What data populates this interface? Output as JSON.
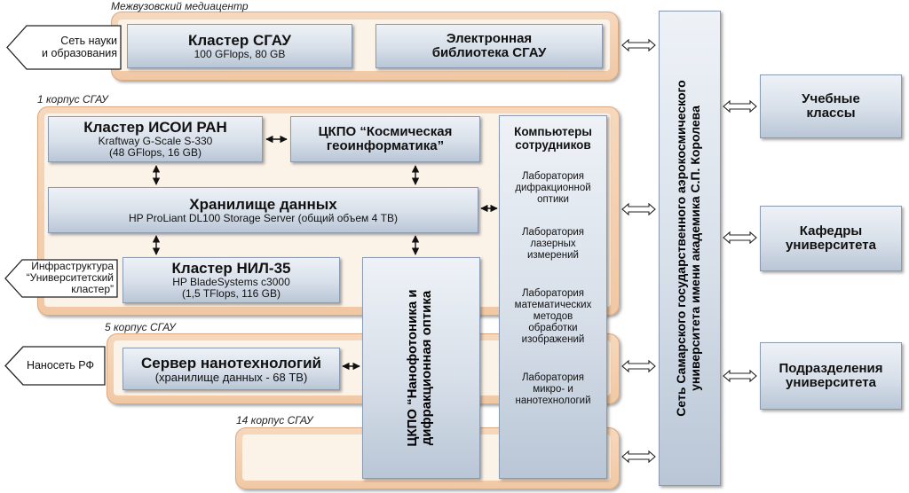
{
  "zones": {
    "mediacenter": "Межвузовский медиацентр",
    "building1": "1 корпус СГАУ",
    "building5": "5 корпус СГАУ",
    "building14": "14 корпус СГАУ"
  },
  "nodes": {
    "cluster_sgau": {
      "title": "Кластер СГАУ",
      "sub": "100 GFlops, 80 GB"
    },
    "e_library": {
      "line1": "Электронная",
      "line2": "библиотека СГАУ"
    },
    "cluster_isoi": {
      "title": "Кластер ИСОИ РАН",
      "sub1": "Kraftway G-Scale S-330",
      "sub2": "(48 GFlops, 16 GB)"
    },
    "ckpo_space": {
      "line1": "ЦКПО “Космическая",
      "line2": "геоинформатика”"
    },
    "storage": {
      "title": "Хранилище данных",
      "sub": "HP ProLiant DL100 Storage Server (общий объем 4 TB)"
    },
    "cluster_nil35": {
      "title": "Кластер НИЛ-35",
      "sub1": "HP BladeSystems c3000",
      "sub2": "(1,5 TFlops, 116 GB)"
    },
    "nano_server": {
      "title": "Сервер нанотехнологий",
      "sub": "(хранилище данных - 68 TB)"
    },
    "ckpo_nano": {
      "line1": "ЦКПО “Нанофотоника и",
      "line2": "дифракционная оптика"
    },
    "staff": {
      "title1": "Компьютеры",
      "title2": "сотрудников",
      "labs": [
        [
          "Лаборатория",
          "дифракционной",
          "оптики"
        ],
        [
          "Лаборатория",
          "лазерных",
          "измерений"
        ],
        [
          "Лаборатория",
          "математических",
          "методов",
          "обработки",
          "изображений"
        ],
        [
          "Лаборатория",
          "микро- и",
          "нанотехнологий"
        ]
      ]
    },
    "network": {
      "line1": "Сеть Самарского государственного аэрокосмического",
      "line2": "университета имени академика С.П. Королева"
    },
    "classes": {
      "line1": "Учебные",
      "line2": "классы"
    },
    "chairs": {
      "line1": "Кафедры",
      "line2": "университета"
    },
    "divisions": {
      "line1": "Подразделения",
      "line2": "университета"
    }
  },
  "external": {
    "science_net": {
      "line1": "Сеть науки",
      "line2": "и образования"
    },
    "infra": {
      "line1": "Инфраструктура",
      "line2": "“Университетский",
      "line3": "кластер”"
    },
    "nanonet": "Наносеть РФ"
  }
}
